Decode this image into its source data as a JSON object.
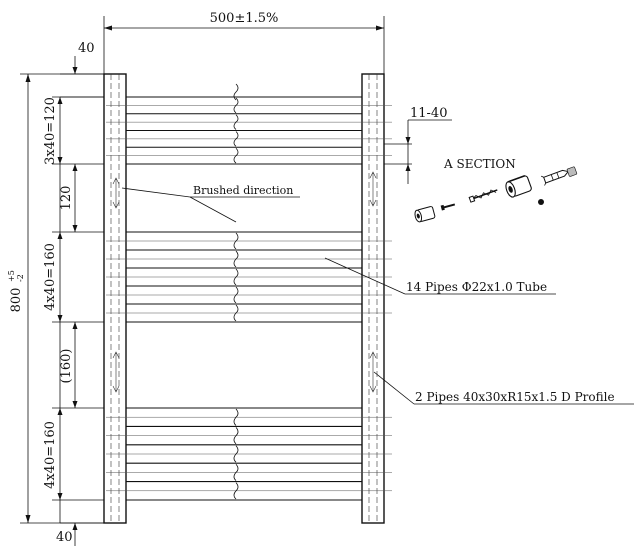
{
  "title": "Towel radiator technical drawing",
  "dimensions": {
    "top_width": "500±1.5%",
    "top_offset": "40",
    "bottom_offset": "40",
    "height_main": "800",
    "height_sup": "+5",
    "height_sub": "-2",
    "group1": "3x40=120",
    "gap1": "120",
    "group2": "4x40=160",
    "gap2": "(160)",
    "group3": "4x40=160",
    "side_offset": "11-40"
  },
  "labels": {
    "brushed": "Brushed direction",
    "pipes_tube": "14 Pipes Φ22x1.0 Tube",
    "pipes_profile": "2 Pipes 40x30xR15x1.5 D Profile",
    "section": "A   SECTION"
  },
  "colors": {
    "line": "#111111",
    "background": "#ffffff"
  }
}
